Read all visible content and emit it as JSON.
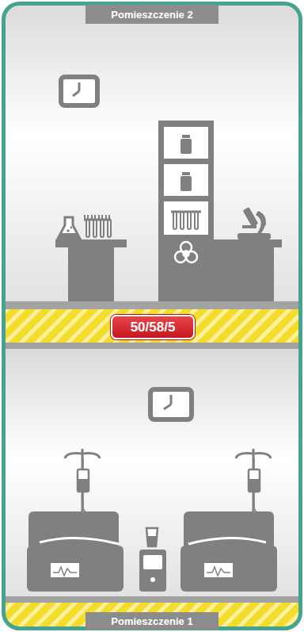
{
  "diagram": {
    "nodes": [
      {
        "text": [
          "Pomieszczenie 2"
        ]
      },
      {
        "text": [
          "50/58/5"
        ]
      },
      {
        "text": [
          "Pomieszczenie 1"
        ]
      }
    ]
  }
}
